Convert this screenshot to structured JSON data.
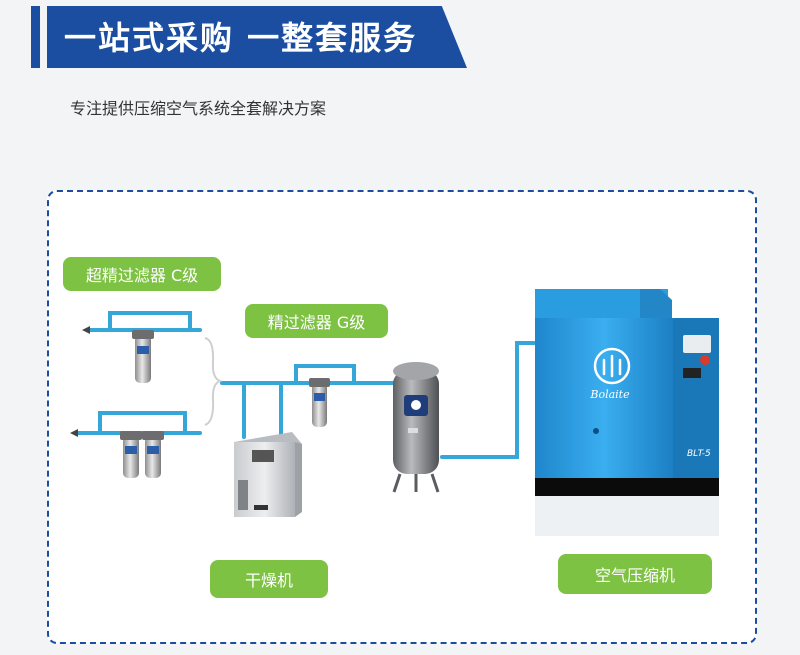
{
  "header": {
    "title": "一站式采购 一整套服务",
    "subtitle": "专注提供压缩空气系统全套解决方案"
  },
  "labels": {
    "super_filter": "超精过滤器 C级",
    "fine_filter": "精过滤器 G级",
    "dryer": "干燥机",
    "compressor": "空气压缩机"
  },
  "brand": {
    "script": "Bolaite",
    "model": "BLT-5"
  },
  "colors": {
    "banner": "#1b4ea0",
    "label": "#7dc242",
    "compressor": "#2a9ce0",
    "pipe": "#35a6d8"
  }
}
